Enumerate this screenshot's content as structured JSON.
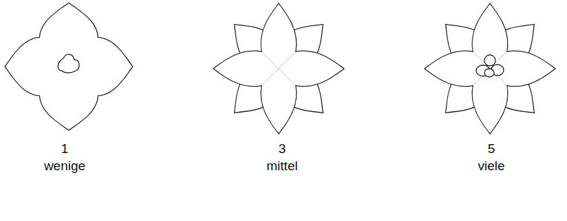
{
  "diagram": {
    "labels": [
      "1",
      "wenige",
      "3",
      "mittel",
      "5",
      "viele"
    ]
  }
}
